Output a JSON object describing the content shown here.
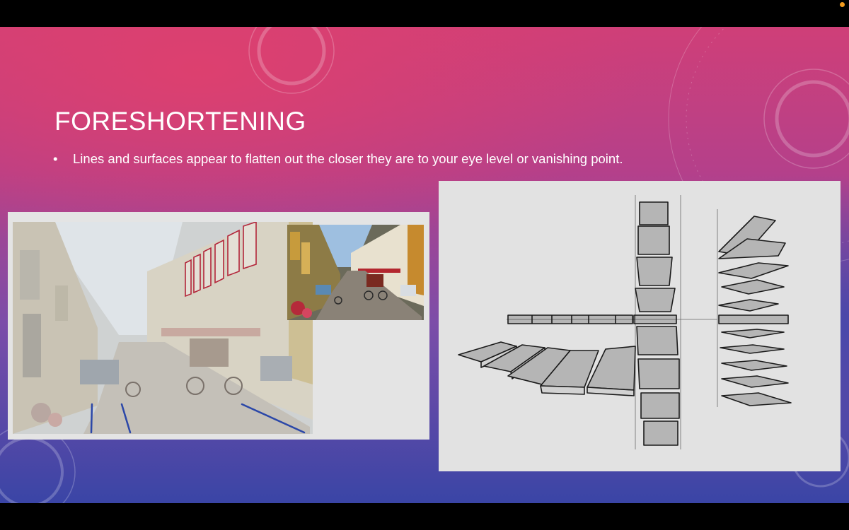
{
  "slide": {
    "title": "FORESHORTENING",
    "bullet_symbol": "•",
    "bullet_text": "Lines and surfaces appear to flatten out the closer they are to your eye level or vanishing point."
  },
  "images": {
    "street_photo": "street-photo-faded-with-perspective-lines",
    "street_photo_inset": "street-photo-original",
    "sketch": "foreshortened-boxes-sketch"
  },
  "colors": {
    "recording_dot": "#f39a1e",
    "perspective_line": "#2b47a8",
    "window_outline": "#b3263a"
  }
}
